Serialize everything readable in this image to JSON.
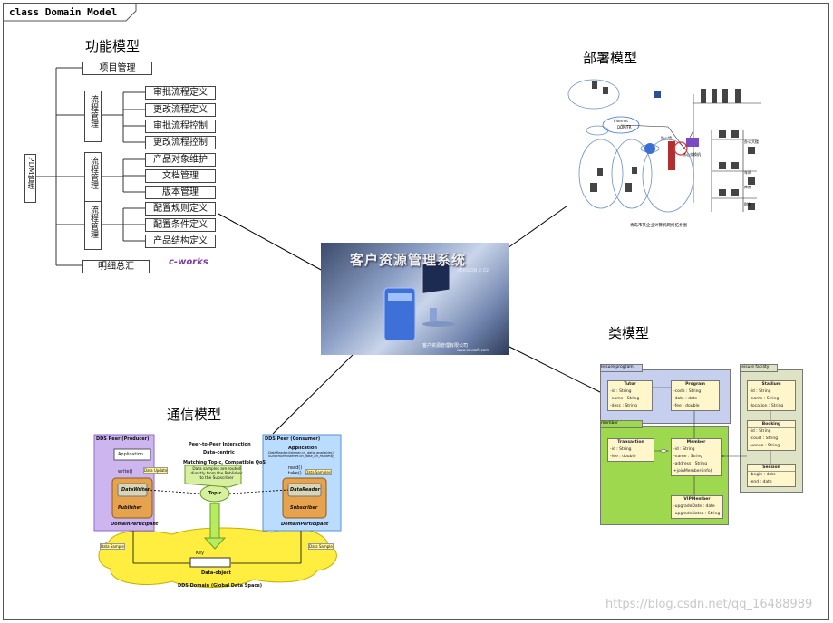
{
  "frame": {
    "tab_label": "class Domain Model"
  },
  "titles": {
    "functional": "功能模型",
    "deployment": "部署模型",
    "class_model": "类模型",
    "communication": "通信模型"
  },
  "functional_model": {
    "root": "PDM管理",
    "top_item": "项目管理",
    "bottom_item": "明细总汇",
    "logo": "c-works",
    "groups": [
      {
        "label": "流程管理",
        "items": [
          "审批流程定义",
          "更改流程定义",
          "审批流程控制",
          "更改流程控制"
        ]
      },
      {
        "label": "流程管理",
        "items": [
          "产品对象维护",
          "文档管理",
          "版本管理"
        ]
      },
      {
        "label": "流程管理",
        "items": [
          "配置规则定义",
          "配置条件定义",
          "产品结构定义"
        ]
      }
    ]
  },
  "center_image": {
    "title": "客户资源管理系统",
    "version": "VERSION 2.02",
    "company": "客户资源管理有限公司",
    "url": "www.xxxsoft.com"
  },
  "deployment_model": {
    "caption": "青岛市某企业计算机网络拓扑图",
    "labels": [
      "Internet",
      "DDN/FR",
      "防火墙",
      "核心交换机",
      "办公大楼",
      "车间",
      "库房",
      "财务"
    ]
  },
  "class_model": {
    "packages": [
      "leisure program",
      "member",
      "leisure facility"
    ],
    "classes": [
      {
        "name": "Tutor",
        "attrs": [
          "-id : String",
          "-name : String",
          "-desc : String"
        ]
      },
      {
        "name": "Program",
        "attrs": [
          "-code : String",
          "-date : date",
          "-fee : double"
        ]
      },
      {
        "name": "Transaction",
        "attrs": [
          "-id : String",
          "-fee : double"
        ]
      },
      {
        "name": "Member",
        "attrs": [
          "-id : String",
          "-name : String",
          "-address : String",
          "+joinMember(info)"
        ]
      },
      {
        "name": "VIPMember",
        "attrs": [
          "-upgradeDate : date",
          "-upgradeNotes : String"
        ]
      },
      {
        "name": "Stadium",
        "attrs": [
          "-id : String",
          "-name : String",
          "-location : String"
        ]
      },
      {
        "name": "Booking",
        "attrs": [
          "-id : String",
          "-court : String",
          "-venue : String"
        ]
      },
      {
        "name": "Session",
        "attrs": [
          "-begin : date",
          "-end : date"
        ]
      }
    ],
    "multiplicity": "0..*"
  },
  "communication_model": {
    "producer_title": "DDS Peer (Producer)",
    "consumer_title": "DDS Peer (Consumer)",
    "application": "Application",
    "write": "write()",
    "read_take": "read()\ntake()",
    "data_update": "Data Update",
    "data_samples": "Data Samples",
    "data_writer": "DataWriter",
    "data_reader": "DataReader",
    "publisher": "Publisher",
    "subscriber": "Subscriber",
    "domain_participant": "DomainParticipant",
    "p2p": "Peer-to-Peer Interaction",
    "data_centric": "Data-centric",
    "matching": "Matching Topic, Compatible QoS",
    "routing": "Data samples are routed directly from the Publisher to the Subscriber",
    "topic": "Topic",
    "key": "Key",
    "data_object": "Data-object",
    "data_sample": "Data Sample",
    "domain": "DDS Domain (Global Data Space)",
    "consumer_note": "DataReader.listener.on_data_available() Subscriber.listener.on_data_on_readers()"
  },
  "watermark": "https://blog.csdn.net/qq_16488989"
}
